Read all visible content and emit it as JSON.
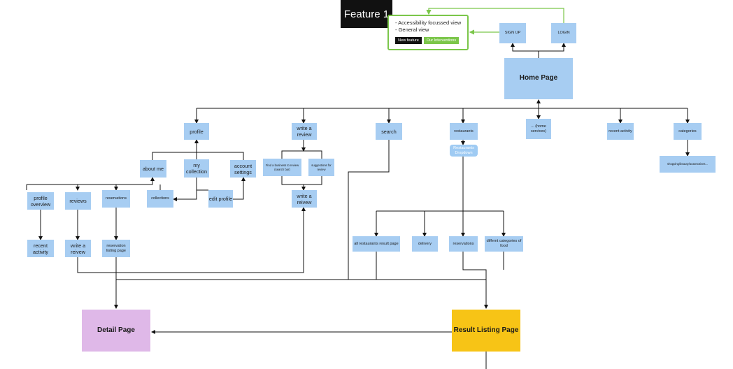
{
  "feature": {
    "title": "Feature 1",
    "items": [
      "- Accessibility focussed view",
      "- General view"
    ],
    "tag_new": "New feature",
    "tag_interventions": "Our Interventions"
  },
  "colors": {
    "node_blue": "#a7cdf2",
    "detail_pink": "#dfb8e8",
    "result_yellow": "#f7c416",
    "intervention_green": "#7bc64a"
  },
  "nodes": {
    "sign_up": "SIGN UP",
    "login": "LOGIN",
    "home": "Home Page",
    "profile": "profile",
    "write_review_top": "write a review",
    "search": "search",
    "restaurants": "restaurants",
    "restaurants_dropdown": "Restaurants Dropdown",
    "home_services": "... (home services)",
    "recent_activity_top": "recent activity",
    "categories": "categories",
    "categories_list": "shopping/beauty/automotives...",
    "about_me": "about me",
    "my_collection": "my collection",
    "account_settings": "account settings",
    "find_business": "Find a business to review (search bar)",
    "suggestions": "suggestions for review",
    "write_review_mid": "write a reivew",
    "profile_overview": "profile overview",
    "reviews": "reviews",
    "reservations_left": "reservations",
    "collections": "collections",
    "edit_profile": "edit profile",
    "recent_activity_left": "recent activity",
    "write_review_left": "write a reivew",
    "reservation_listing": "reservation listing page",
    "all_restaurants": "all restaurants result page",
    "delivery": "delivery",
    "reservations_mid": "reservations",
    "diff_categories": "differnt categories of food",
    "detail": "Detail Page",
    "result_listing": "Result Listing Page"
  }
}
